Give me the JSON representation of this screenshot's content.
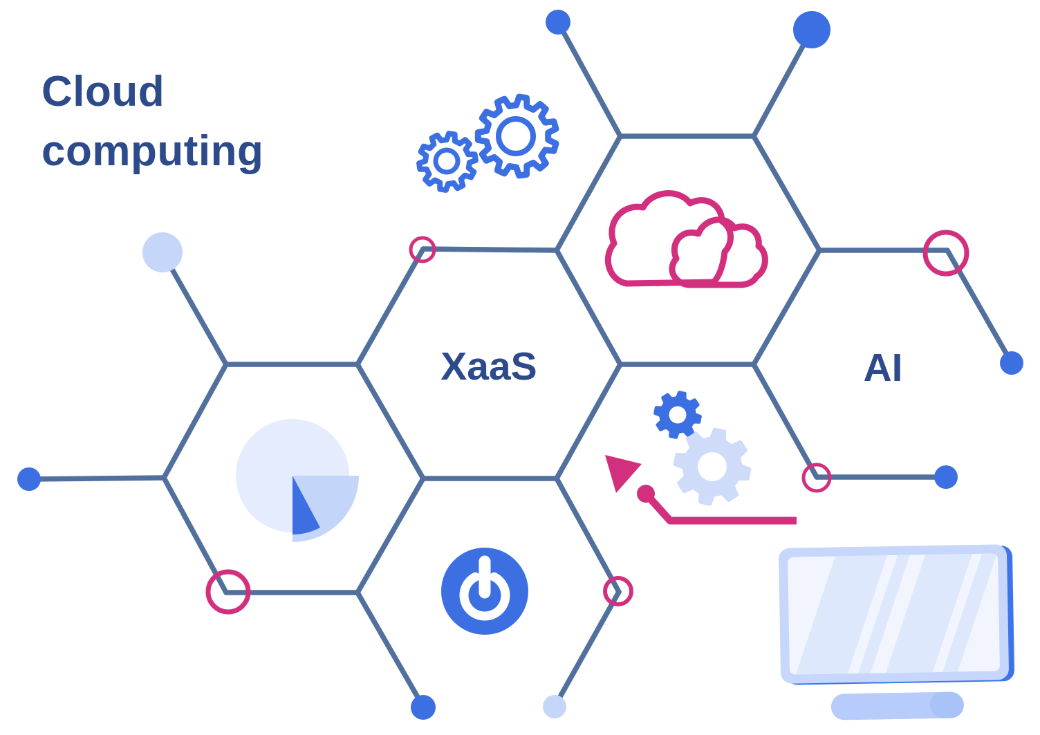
{
  "title": "Cloud computing",
  "hex_labels": {
    "xaas": "XaaS",
    "ai": "AI"
  },
  "hexagons": [
    {
      "id": "cloud-hex",
      "content": "clouds-icon"
    },
    {
      "id": "xaas-hex",
      "content": "XaaS"
    },
    {
      "id": "ai-hex",
      "content": "AI"
    },
    {
      "id": "pie-hex",
      "content": "pie-chart-icon"
    },
    {
      "id": "power-hex",
      "content": "power-icon"
    },
    {
      "id": "gears-hex",
      "content": "settings-gears-icon, undo-arrow-icon"
    }
  ],
  "icons": [
    "gears-outline-icon",
    "clouds-icon",
    "settings-gears-icon",
    "undo-arrow-icon",
    "pie-chart-icon",
    "power-icon",
    "monitor-icon"
  ],
  "colors": {
    "navy": "#2d4a8b",
    "line": "#51709e",
    "blue": "#3c70e2",
    "lightblue": "#c5d6f9",
    "pink": "#d2307e",
    "pale": "#e4ecfd",
    "midblue": "#c3d6fa",
    "gearlight": "#cedcfa",
    "bezel": "#c7d6fb",
    "screen": "#f2f5fe",
    "stripe": "#dee8fd",
    "stand": "#b7ccfa",
    "standdark": "#a9c3f8",
    "accent": "#3e74ea"
  }
}
